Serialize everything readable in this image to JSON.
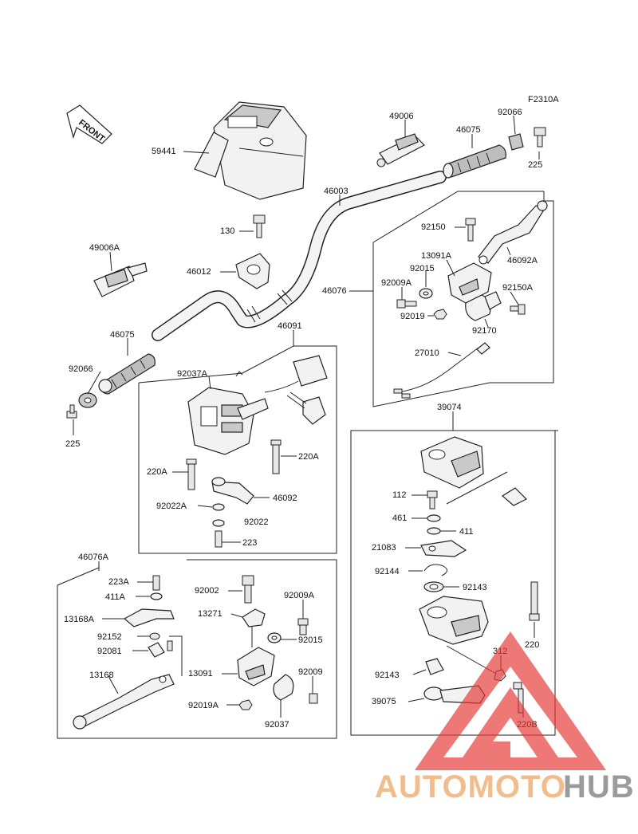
{
  "diagram_code": "F2310A",
  "front_label": "FRONT",
  "watermark": {
    "text_a": "AUTOMOTO",
    "text_b": "HUB",
    "color_a": "#f0b27a",
    "color_b": "#8a8a8a",
    "triangle_color": "#e53935"
  },
  "parts": {
    "p59441": "59441",
    "p49006": "49006",
    "p46075_right": "46075",
    "p92066_right": "92066",
    "p225_right": "225",
    "p46003": "46003",
    "p130": "130",
    "p46012": "46012",
    "p49006A": "49006A",
    "p46075_left": "46075",
    "p92066_left": "92066",
    "p225_left": "225",
    "p92150": "92150",
    "p13091A": "13091A",
    "p92015_top": "92015",
    "p46092A": "46092A",
    "p92009A_top": "92009A",
    "p46076": "46076",
    "p92150A": "92150A",
    "p92019": "92019",
    "p92170": "92170",
    "p27010": "27010",
    "p46091": "46091",
    "p92037A": "92037A",
    "p220A_left": "220A",
    "p220A_right": "220A",
    "p92022A": "92022A",
    "p46092": "46092",
    "p92022": "92022",
    "p223": "223",
    "p39074": "39074",
    "p112": "112",
    "p461": "461",
    "p411": "411",
    "p21083": "21083",
    "p92144": "92144",
    "p92143_top": "92143",
    "p220": "220",
    "p312": "312",
    "p92143_bot": "92143",
    "p39075": "39075",
    "p220B": "220B",
    "p46076A": "46076A",
    "p223A": "223A",
    "p411A": "411A",
    "p13168A": "13168A",
    "p92152": "92152",
    "p92081": "92081",
    "p13168": "13168",
    "p92002": "92002",
    "p92009A_bot": "92009A",
    "p13271": "13271",
    "p92015_bot": "92015",
    "p13091": "13091",
    "p92009": "92009",
    "p92019A": "92019A",
    "p92037": "92037"
  }
}
